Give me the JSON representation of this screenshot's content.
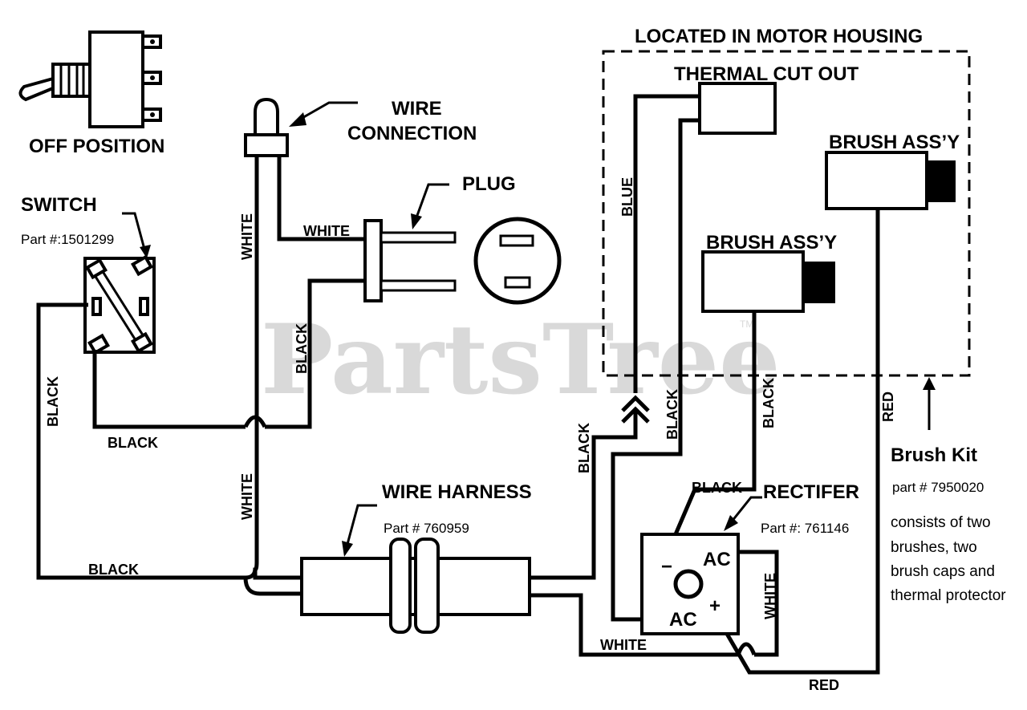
{
  "watermark": {
    "text": "PartsTree",
    "tm": "TM"
  },
  "labels": {
    "off_position": "OFF POSITION",
    "switch": "SWITCH",
    "switch_part": "Part #:1501299",
    "wire_connection_1": "WIRE",
    "wire_connection_2": "CONNECTION",
    "plug": "PLUG",
    "located": "LOCATED IN MOTOR HOUSING",
    "thermal": "THERMAL CUT OUT",
    "brush_top": "BRUSH ASS’Y",
    "brush_mid": "BRUSH ASS’Y",
    "wire_harness": "WIRE HARNESS",
    "harness_part": "Part # 760959",
    "rectifier": "RECTIFER",
    "rectifier_part": "Part #: 761146",
    "ac_top": "AC",
    "ac_bottom": "AC",
    "minus": "−",
    "plus": "+",
    "brush_kit": "Brush Kit",
    "brush_kit_part": "part # 7950020",
    "brush_kit_desc_1": "consists of two",
    "brush_kit_desc_2": "brushes, two",
    "brush_kit_desc_3": "brush caps and",
    "brush_kit_desc_4": "thermal protector"
  },
  "wires": {
    "white_vertical_top": "WHITE",
    "white_plug": "WHITE",
    "black_plug": "BLACK",
    "black_left": "BLACK",
    "black_switch_bottom": "BLACK",
    "white_vertical_bottom": "WHITE",
    "black_bottom_left": "BLACK",
    "blue": "BLUE",
    "black_thermal": "BLACK",
    "black_harness": "BLACK",
    "black_brush": "BLACK",
    "black_rectifier": "BLACK",
    "red_right": "RED",
    "white_rectifier": "WHITE",
    "white_bottom": "WHITE",
    "red_bottom": "RED"
  }
}
